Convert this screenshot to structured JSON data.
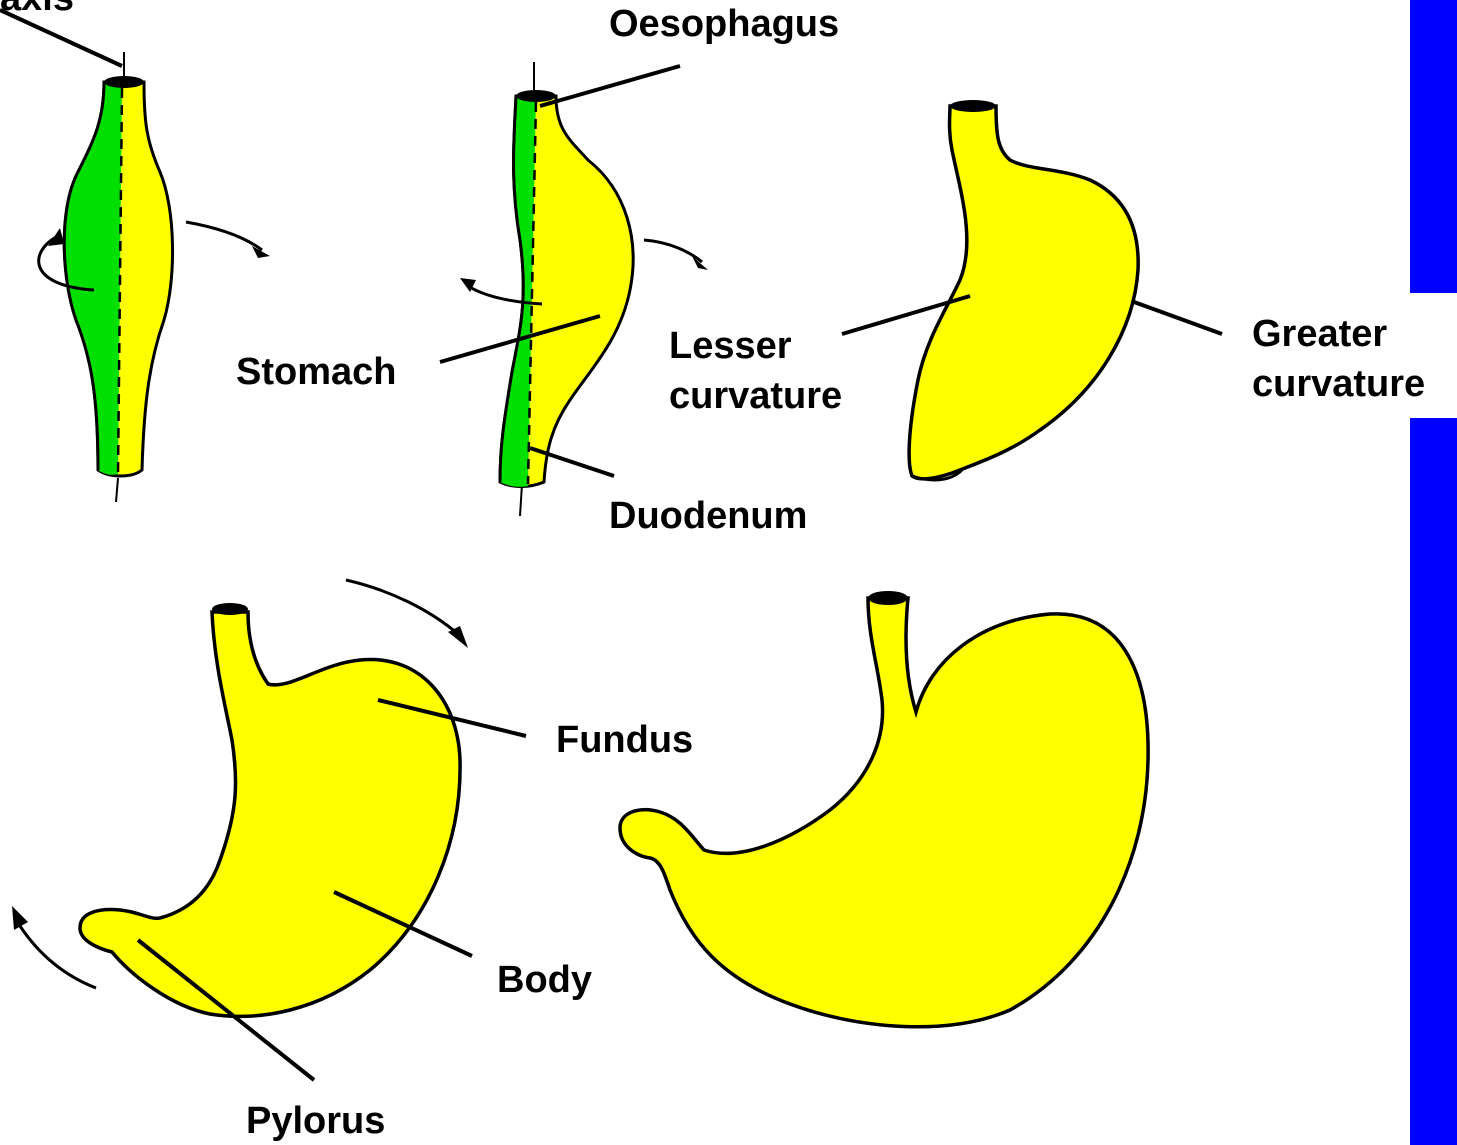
{
  "colors": {
    "background": "#ffffff",
    "side_bar": "#0000ff",
    "stomach_fill": "#ffff00",
    "rotated_side_fill": "#00e000",
    "outline": "#000000"
  },
  "labels": {
    "axis": "axis",
    "oesophagus": "Oesophagus",
    "stomach": "Stomach",
    "lesser_curvature_line1": "Lesser",
    "lesser_curvature_line2": "curvature",
    "greater_curvature_line1": "Greater",
    "greater_curvature_line2": "curvature",
    "duodenum": "Duodenum",
    "fundus": "Fundus",
    "body": "Body",
    "pylorus": "Pylorus"
  }
}
